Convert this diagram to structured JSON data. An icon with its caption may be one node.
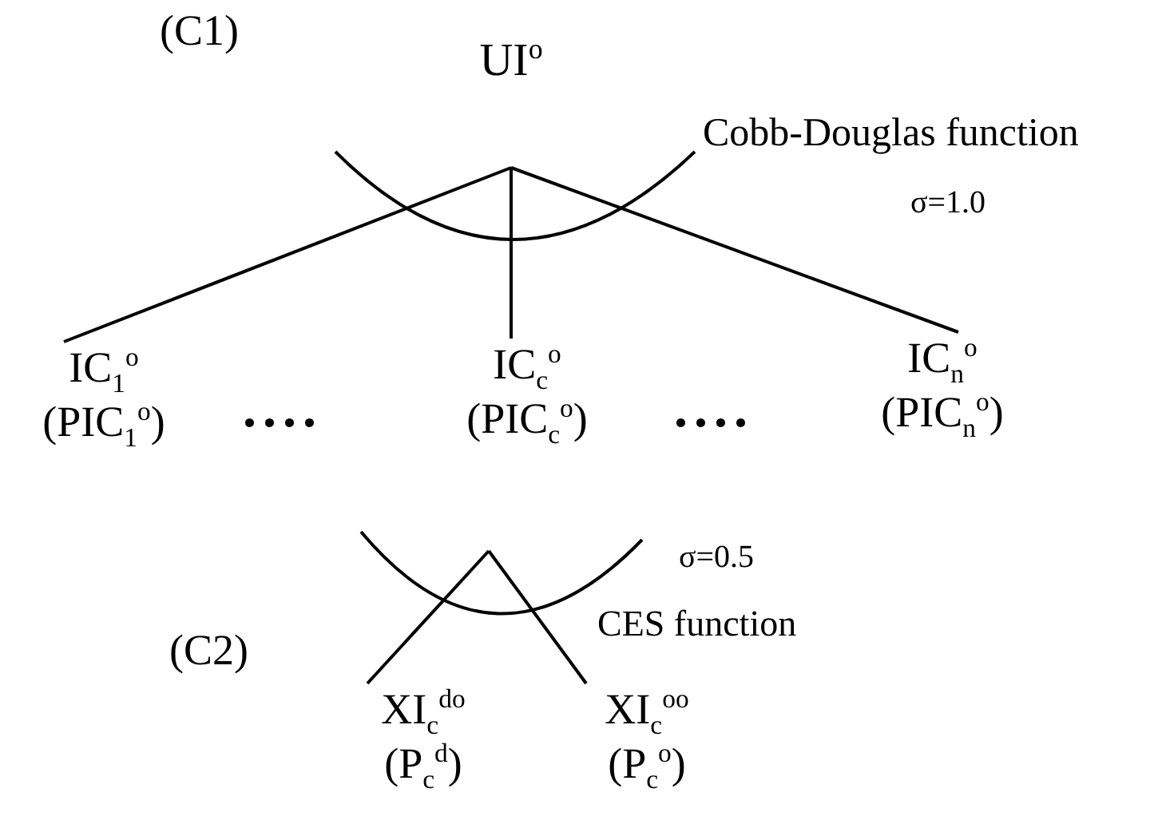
{
  "diagram": {
    "nodes": [
      {
        "text": [
          "UI$^{o}$"
        ]
      },
      {
        "text": [
          "IC$_{1}$$^{o}$",
          "(PIC$_{1}$$^{o}$)"
        ]
      },
      {
        "text": [
          "IC$_{c}$$^{o}$",
          "(PIC$_{c}$$^{o}$)"
        ]
      },
      {
        "text": [
          "IC$_{n}$$^{o}$",
          "(PIC$_{n}$$^{o}$)"
        ]
      },
      {
        "text": [
          "XI$_{c}$$^{do}$",
          "(P$_{c}$$^{d}$)"
        ]
      },
      {
        "text": [
          "XI$_{c}$$^{oo}$",
          "(P$_{c}$$^{o}$)"
        ]
      }
    ],
    "edges": [
      {
        "from": 0,
        "to": 1,
        "arrow": "none"
      },
      {
        "from": 0,
        "to": 2,
        "arrow": "none"
      },
      {
        "from": 0,
        "to": 3,
        "arrow": "none"
      },
      {
        "from": 2,
        "to": 4,
        "arrow": "none"
      },
      {
        "from": 2,
        "to": 5,
        "arrow": "none"
      }
    ],
    "labels": [
      "(C1)",
      "Cobb-Douglas function",
      "σ=1.0",
      "....",
      "....",
      "σ=0.5",
      "(C2)",
      "CES function"
    ]
  }
}
